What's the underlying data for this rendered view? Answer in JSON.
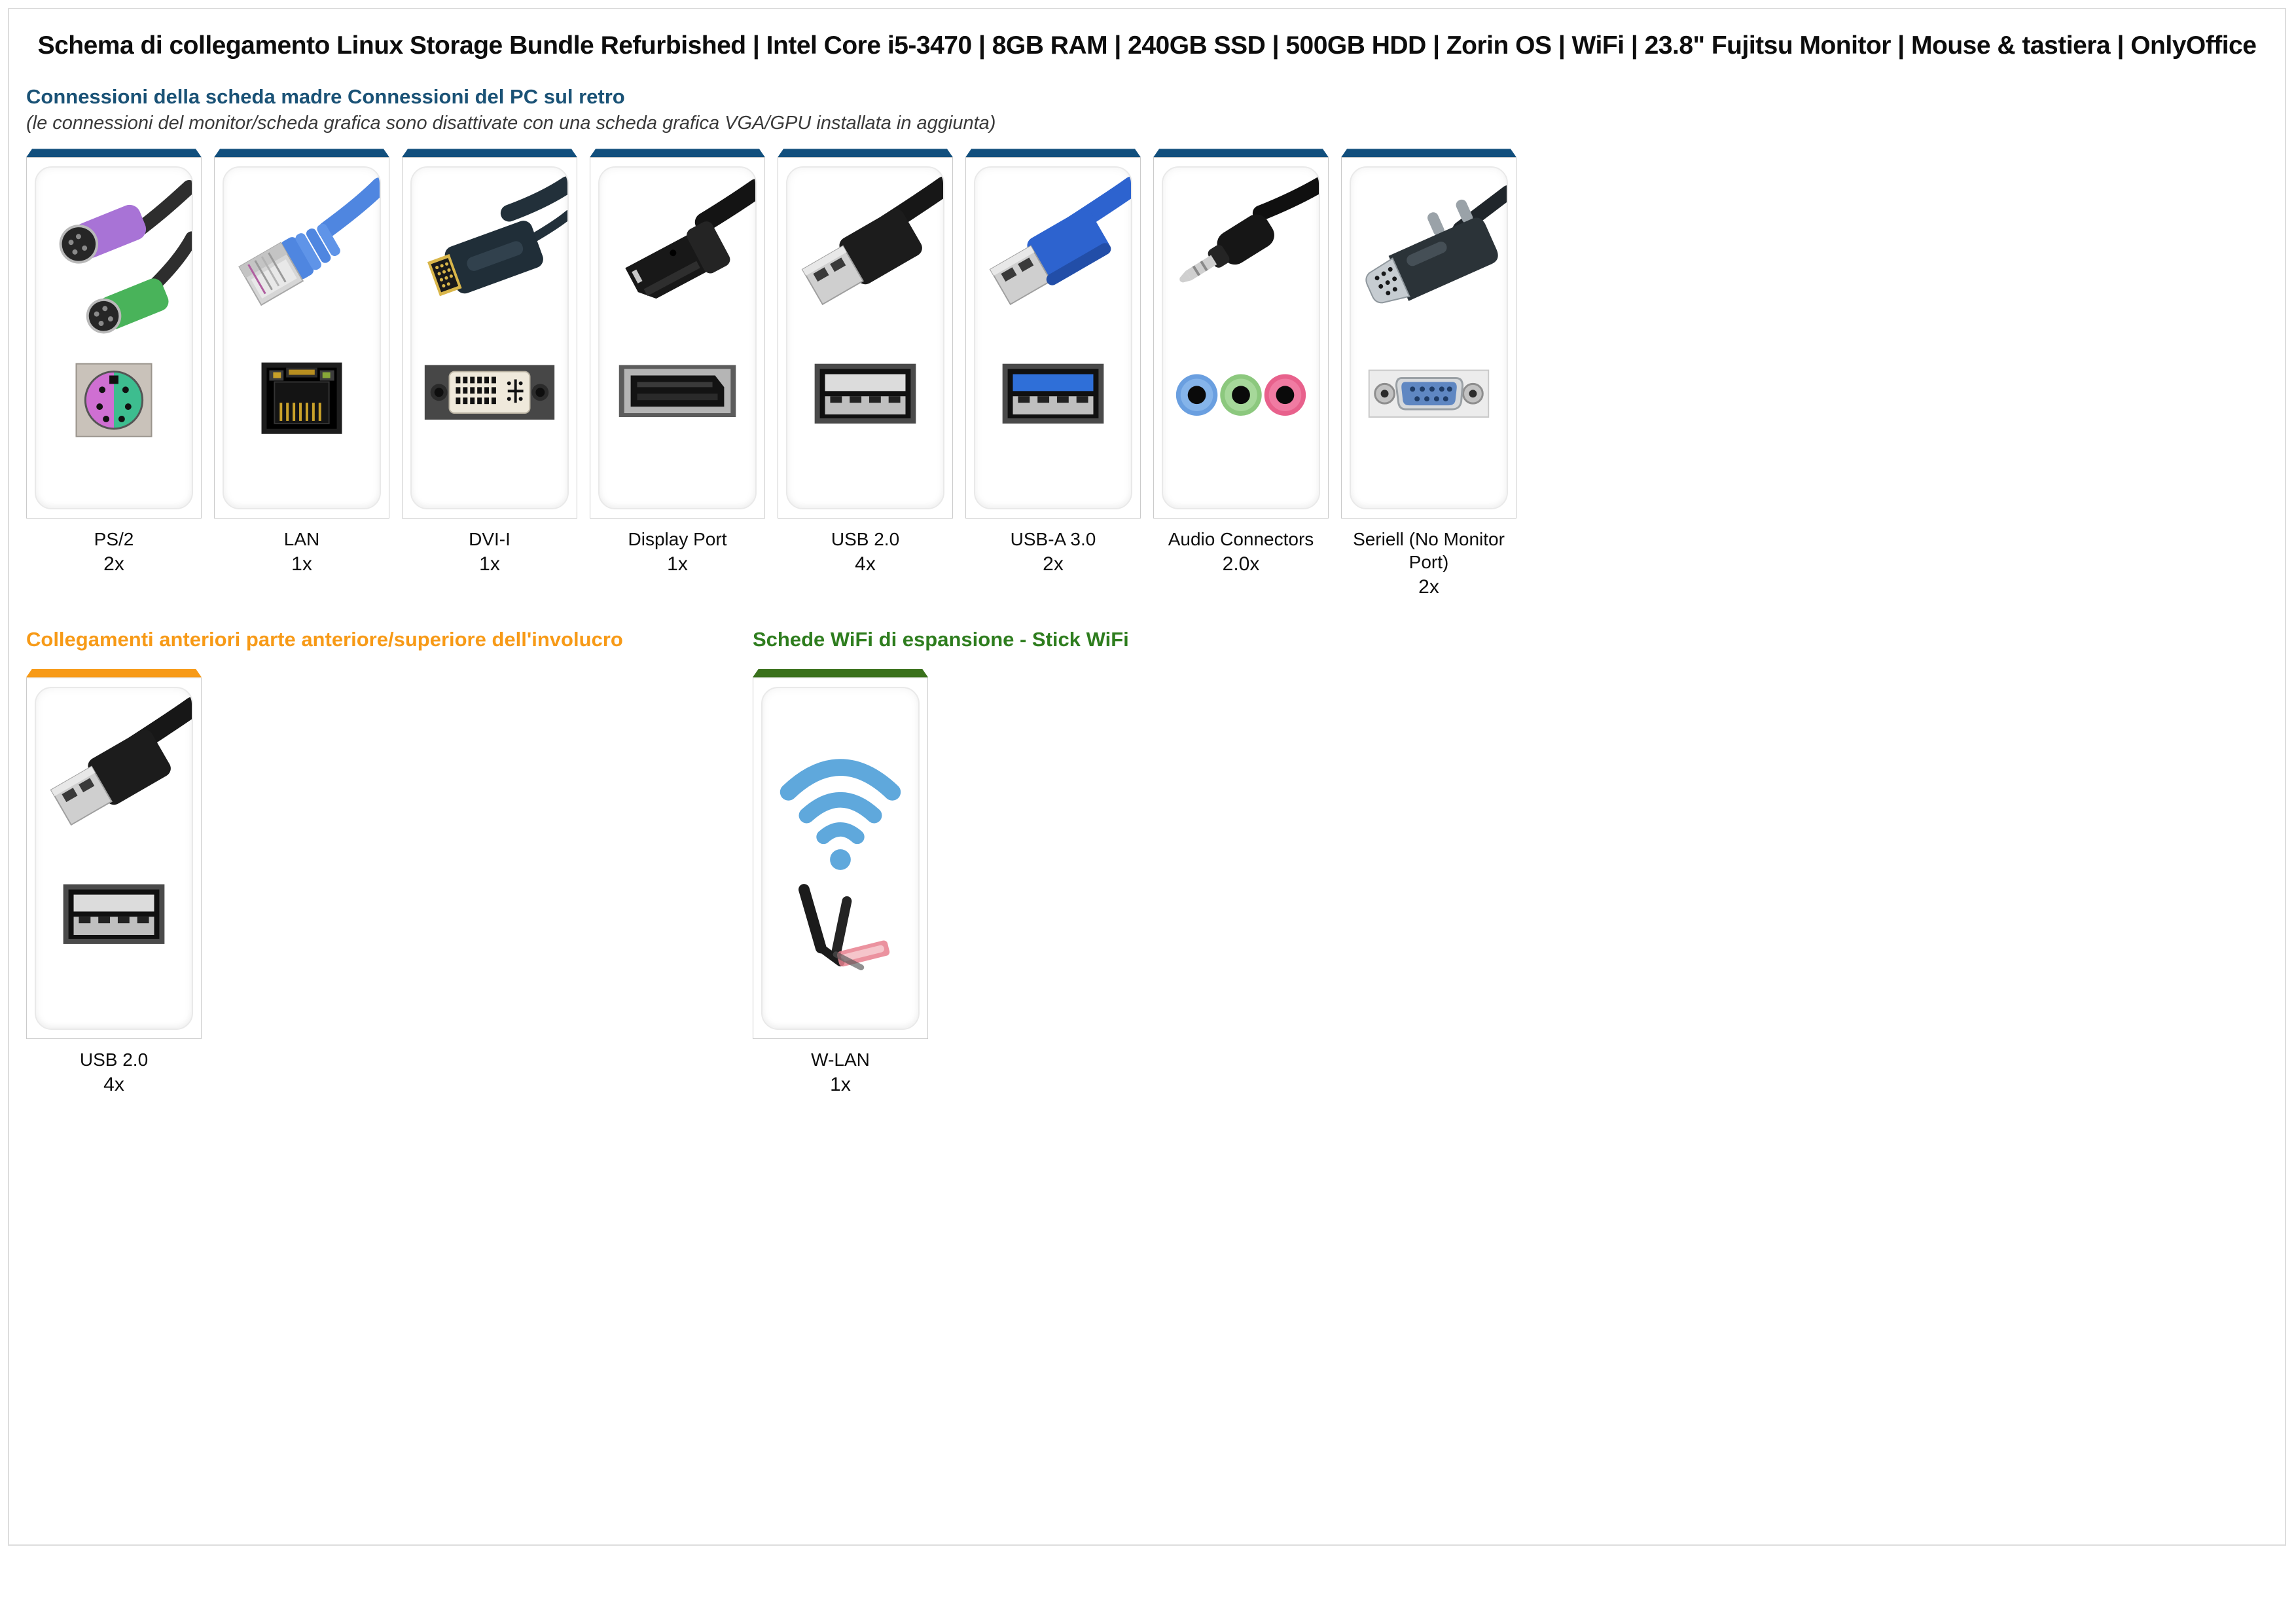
{
  "page": {
    "title": "Schema di collegamento Linux Storage Bundle Refurbished | Intel Core i5-3470 | 8GB RAM | 240GB SSD | 500GB HDD | Zorin OS | WiFi | 23.8\" Fujitsu Monitor | Mouse & tastiera | OnlyOffice"
  },
  "colors": {
    "rear_heading": "#1a5276",
    "rear_bar": "#124f7d",
    "front_accent": "#f79a17",
    "wifi_heading": "#2e7d1e",
    "wifi_bar": "#3a711c"
  },
  "sections": {
    "rear": {
      "heading": "Connessioni della scheda madre Connessioni del PC sul retro",
      "note": "(le connessioni del monitor/scheda grafica sono disattivate con una scheda grafica VGA/GPU installata in aggiunta)",
      "items": [
        {
          "label": "PS/2",
          "count": "2x",
          "icon": "ps2-connector"
        },
        {
          "label": "LAN",
          "count": "1x",
          "icon": "lan-connector"
        },
        {
          "label": "DVI-I",
          "count": "1x",
          "icon": "dvi-connector"
        },
        {
          "label": "Display Port",
          "count": "1x",
          "icon": "displayport-connector"
        },
        {
          "label": "USB 2.0",
          "count": "4x",
          "icon": "usb2-connector"
        },
        {
          "label": "USB-A 3.0",
          "count": "2x",
          "icon": "usb3-connector"
        },
        {
          "label": "Audio Connectors",
          "count": "2.0x",
          "icon": "audio-connector"
        },
        {
          "label": "Seriell (No Monitor Port)",
          "count": "2x",
          "icon": "serial-connector"
        }
      ]
    },
    "front": {
      "heading": "Collegamenti anteriori parte anteriore/superiore dell'involucro",
      "items": [
        {
          "label": "USB 2.0",
          "count": "4x",
          "icon": "usb2-connector"
        }
      ]
    },
    "wifi": {
      "heading": "Schede WiFi di espansione - Stick WiFi",
      "items": [
        {
          "label": "W-LAN",
          "count": "1x",
          "icon": "wlan-stick"
        }
      ]
    }
  }
}
